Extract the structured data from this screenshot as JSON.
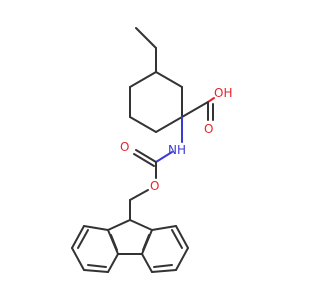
{
  "molecule": {
    "atoms": {
      "oh": {
        "text": "OH",
        "color": "#e8242a"
      },
      "o_carbonyl_acid": {
        "text": "O",
        "color": "#e8242a"
      },
      "nh": {
        "text": "NH",
        "color": "#3a3ad6"
      },
      "o_carbonyl_carbamate": {
        "text": "O",
        "color": "#e8242a"
      },
      "o_ester": {
        "text": "O",
        "color": "#e8242a"
      }
    },
    "bond_color": "#333333"
  }
}
